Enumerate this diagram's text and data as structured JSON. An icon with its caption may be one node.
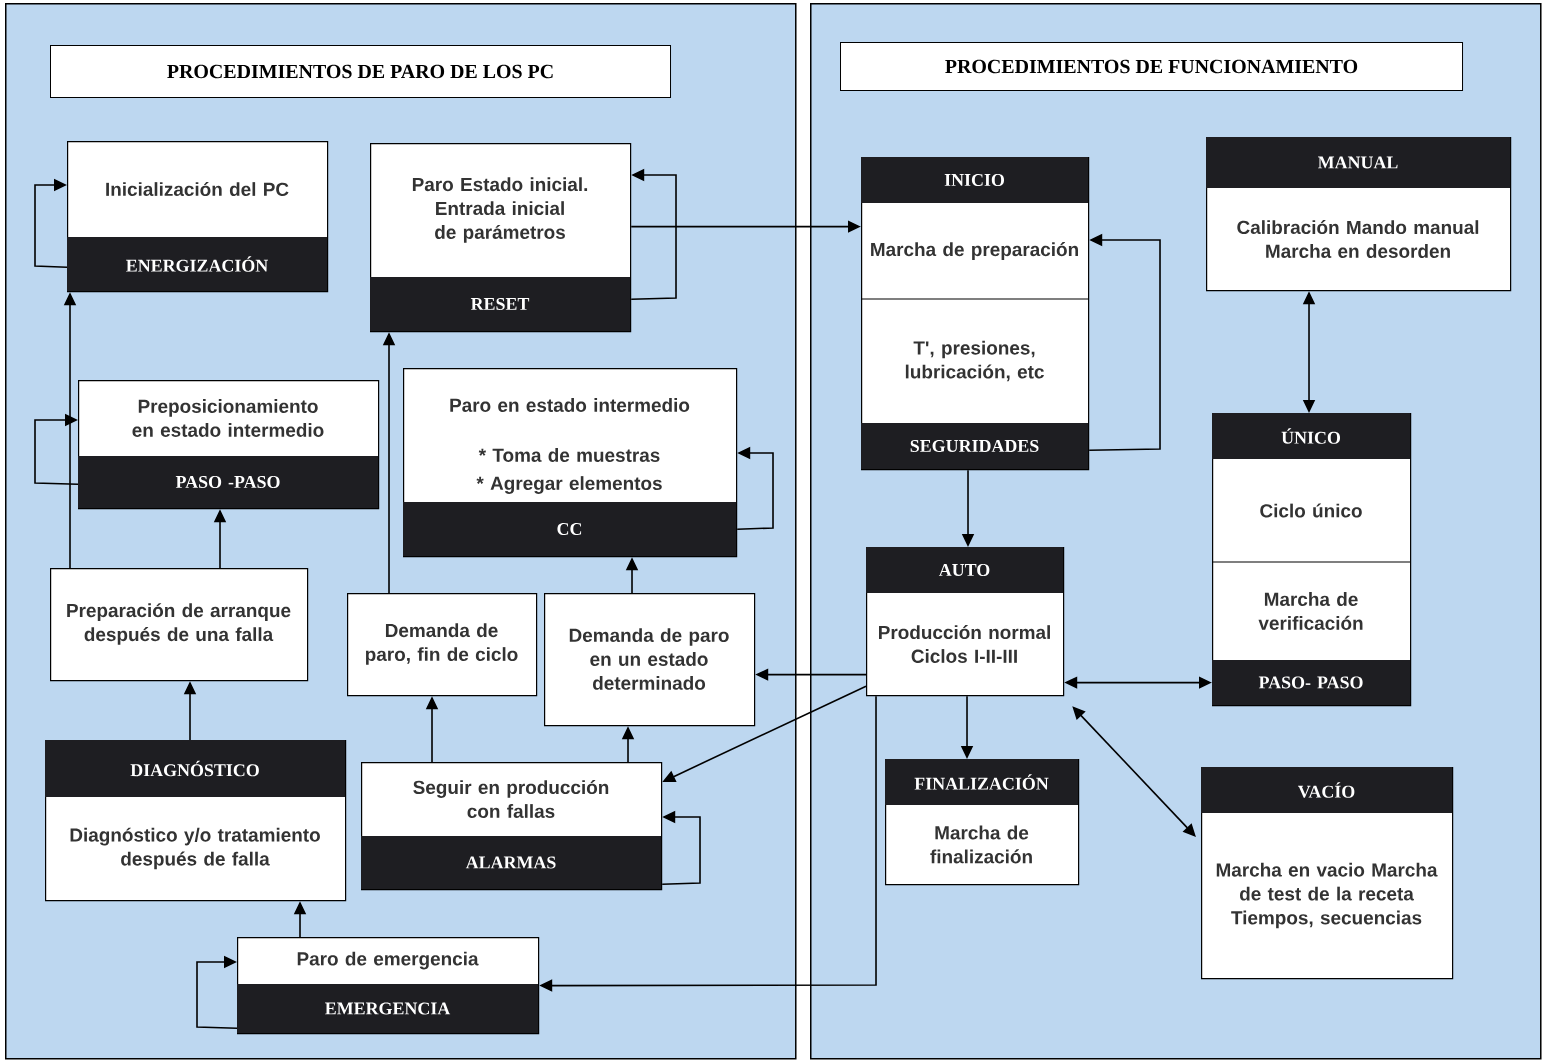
{
  "diagram": {
    "nodes": [
      {
        "text": [
          "PROCEDIMIENTOS DE PARO DE LOS PC"
        ]
      },
      {
        "text": [
          "Inicialización del PC",
          "ENERGIZACIÓN"
        ],
        "in": 0
      },
      {
        "text": [
          "Paro Estado inicial. Entrada inicial de parámetros",
          "RESET"
        ],
        "in": 0
      },
      {
        "text": [
          "Preposicionamiento en estado intermedio",
          "PASO -PASO"
        ],
        "in": 0
      },
      {
        "text": [
          "Paro en estado intermedio",
          "* Toma de muestras",
          "* Agregar elementos",
          "CC"
        ],
        "in": 0
      },
      {
        "text": [
          "Preparación de arranque después de una falla"
        ],
        "in": 0
      },
      {
        "text": [
          "Demanda de paro, fin de ciclo"
        ],
        "in": 0
      },
      {
        "text": [
          "Demanda de paro en un estado determinado"
        ],
        "in": 0
      },
      {
        "text": [
          "DIAGNÓSTICO",
          "Diagnóstico y/o tratamiento después de falla"
        ],
        "in": 0
      },
      {
        "text": [
          "Seguir en producción con fallas",
          "ALARMAS"
        ],
        "in": 0
      },
      {
        "text": [
          "Paro de emergencia",
          "EMERGENCIA"
        ],
        "in": 0
      },
      {
        "text": [
          "PROCEDIMIENTOS DE FUNCIONAMIENTO"
        ]
      },
      {
        "text": [
          "INICIO",
          "Marcha de preparación",
          "T', presiones, lubricación, etc",
          "SEGURIDADES"
        ],
        "in": 11
      },
      {
        "text": [
          "MANUAL",
          "Calibración Mando manual Marcha en desorden"
        ],
        "in": 11
      },
      {
        "text": [
          "ÚNICO",
          "Ciclo único",
          "Marcha de verificación",
          "PASO- PASO"
        ],
        "in": 11
      },
      {
        "text": [
          "AUTO",
          "Producción normal Ciclos I-II-III"
        ],
        "in": 11
      },
      {
        "text": [
          "FINALIZACIÓN",
          "Marcha de finalización"
        ],
        "in": 11
      },
      {
        "text": [
          "VACÍO",
          "Marcha en vacio Marcha de test de la receta Tiempos, secuencias"
        ],
        "in": 11
      }
    ],
    "edges": [
      {
        "from": 1,
        "to": 1,
        "arrow": "to"
      },
      {
        "from": 5,
        "to": 1,
        "arrow": "to"
      },
      {
        "from": 3,
        "to": 3,
        "arrow": "to"
      },
      {
        "from": 5,
        "to": 3,
        "arrow": "to"
      },
      {
        "from": 2,
        "to": 2,
        "arrow": "to"
      },
      {
        "from": 6,
        "to": 2,
        "arrow": "to"
      },
      {
        "from": 7,
        "to": 4,
        "arrow": "to"
      },
      {
        "from": 4,
        "to": 4,
        "arrow": "to"
      },
      {
        "from": 2,
        "to": 12,
        "arrow": "to"
      },
      {
        "from": 8,
        "to": 5,
        "arrow": "to"
      },
      {
        "from": 9,
        "to": 6,
        "arrow": "to"
      },
      {
        "from": 9,
        "to": 7,
        "arrow": "to"
      },
      {
        "from": 9,
        "to": 9,
        "arrow": "to"
      },
      {
        "from": 10,
        "to": 8,
        "arrow": "to"
      },
      {
        "from": 10,
        "to": 10,
        "arrow": "to"
      },
      {
        "from": 15,
        "to": 7,
        "arrow": "to"
      },
      {
        "from": 15,
        "to": 9,
        "arrow": "to"
      },
      {
        "from": 15,
        "to": 10,
        "arrow": "to"
      },
      {
        "from": 12,
        "to": 12,
        "arrow": "to"
      },
      {
        "from": 12,
        "to": 15,
        "arrow": "to"
      },
      {
        "from": 13,
        "to": 14,
        "arrow": "both"
      },
      {
        "from": 15,
        "to": 14,
        "arrow": "both"
      },
      {
        "from": 15,
        "to": 16,
        "arrow": "to"
      },
      {
        "from": 15,
        "to": 17,
        "arrow": "both"
      }
    ]
  }
}
